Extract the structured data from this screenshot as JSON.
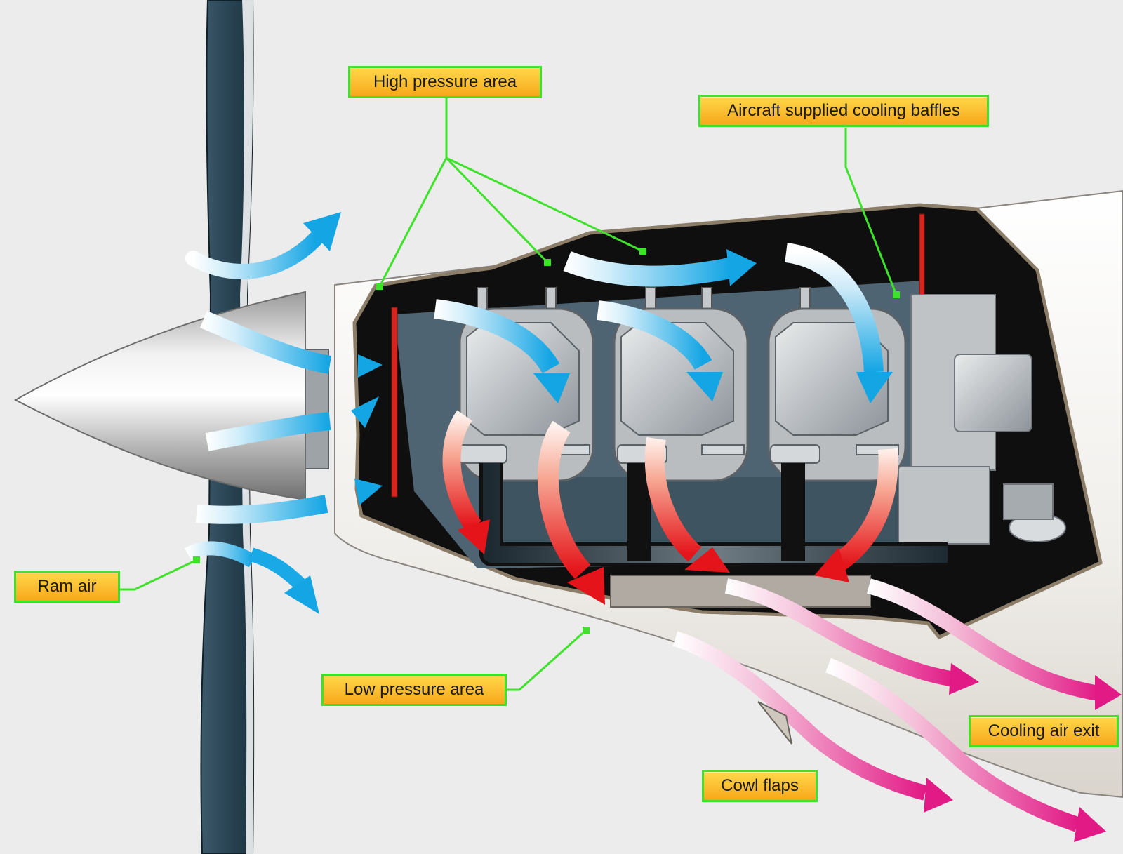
{
  "labels": {
    "high_pressure_area": "High pressure area",
    "cooling_baffles": "Aircraft supplied cooling baffles",
    "ram_air": "Ram air",
    "low_pressure_area": "Low pressure area",
    "cooling_air_exit": "Cooling air exit",
    "cowl_flaps": "Cowl flaps"
  },
  "colors": {
    "background": "#ececec",
    "callout_fill": "#f9b823",
    "callout_border": "#3fe22b",
    "leader_line": "#3fe22b",
    "cool_air": "#19a9e6",
    "hot_air": "#e8231f",
    "exhaust_air": "#e6338c",
    "engine_interior": "#111111",
    "engine_block": "#4e6473",
    "cylinder": "#c6c9cc",
    "propeller": "#2e4756"
  },
  "icons": {
    "cool_airflow": "blue-curved-arrow",
    "hot_airflow": "red-curved-arrow",
    "exit_airflow": "pink-wavy-arrow"
  }
}
